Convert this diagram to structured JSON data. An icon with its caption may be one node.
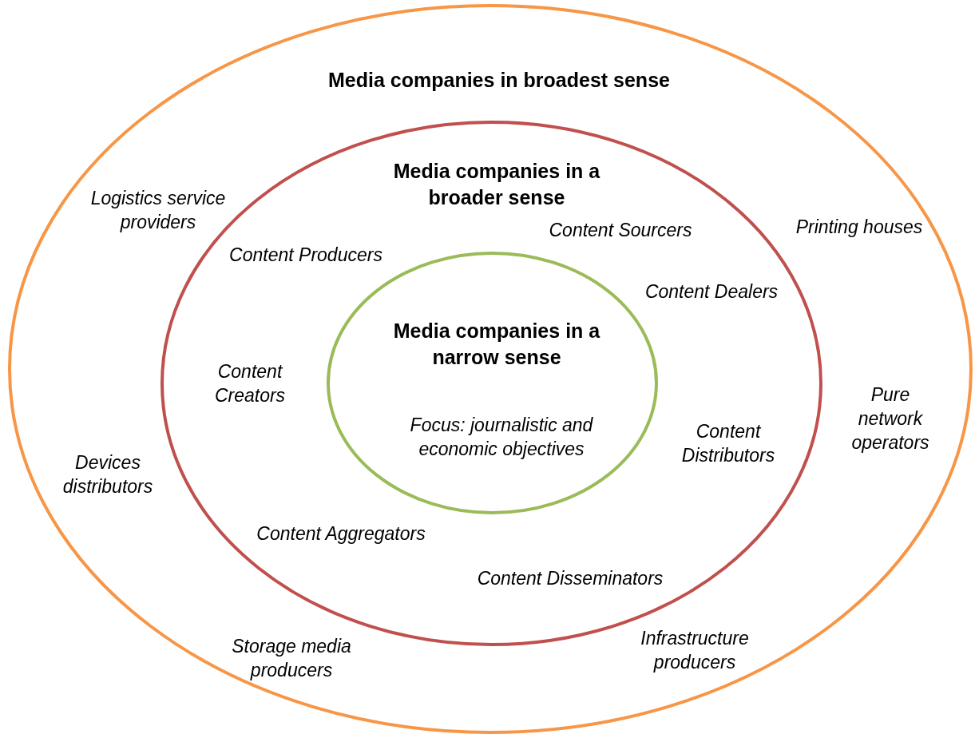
{
  "diagram": {
    "nodes": [
      {
        "text": [
          "Media companies in broadest sense",
          "Logistics service providers",
          "Printing houses",
          "Pure network operators",
          "Devices distributors",
          "Storage media producers",
          "Infrastructure producers"
        ]
      },
      {
        "text": [
          "Media companies in a broader sense",
          "Content Sourcers",
          "Content Producers",
          "Content Dealers",
          "Content Creators",
          "Content Distributors",
          "Content Aggregators",
          "Content Disseminators"
        ],
        "in": 0
      },
      {
        "text": [
          "Media companies in a narrow sense",
          "Focus: journalistic and economic objectives"
        ],
        "in": 1
      }
    ]
  }
}
